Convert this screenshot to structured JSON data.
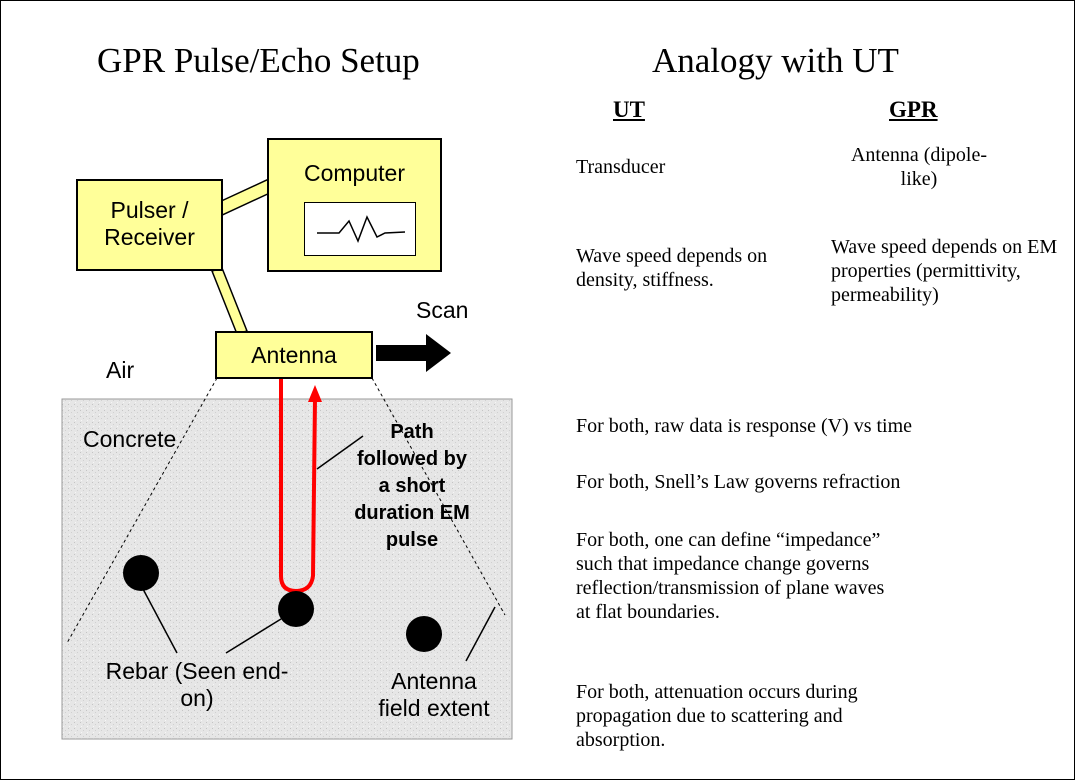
{
  "left": {
    "title": "GPR Pulse/Echo Setup",
    "boxes": {
      "computer": "Computer",
      "pulser": "Pulser / Receiver",
      "antenna": "Antenna"
    },
    "labels": {
      "scan": "Scan",
      "air": "Air",
      "concrete": "Concrete",
      "path": "Path followed by a short duration EM pulse",
      "rebar": "Rebar (Seen end-on)",
      "field": "Antenna field extent"
    }
  },
  "right": {
    "title": "Analogy with UT",
    "col_ut": "UT",
    "col_gpr": "GPR",
    "rows": [
      {
        "ut": "Transducer",
        "gpr": "Antenna (dipole-like)"
      },
      {
        "ut": "Wave speed depends on density, stiffness.",
        "gpr": "Wave speed depends on EM properties (permittivity, permeability)"
      }
    ],
    "statements": [
      "For both, raw data is response (V) vs time",
      "For both, Snell’s Law governs refraction",
      "For both, one can define “impedance” such that impedance change governs reflection/transmission of plane waves at flat boundaries.",
      "For both, attenuation occurs during propagation due to scattering and absorption."
    ]
  },
  "colors": {
    "box_fill": "#ffff99",
    "concrete_fill": "#e6e6e6",
    "pulse_path": "#ff0000"
  }
}
